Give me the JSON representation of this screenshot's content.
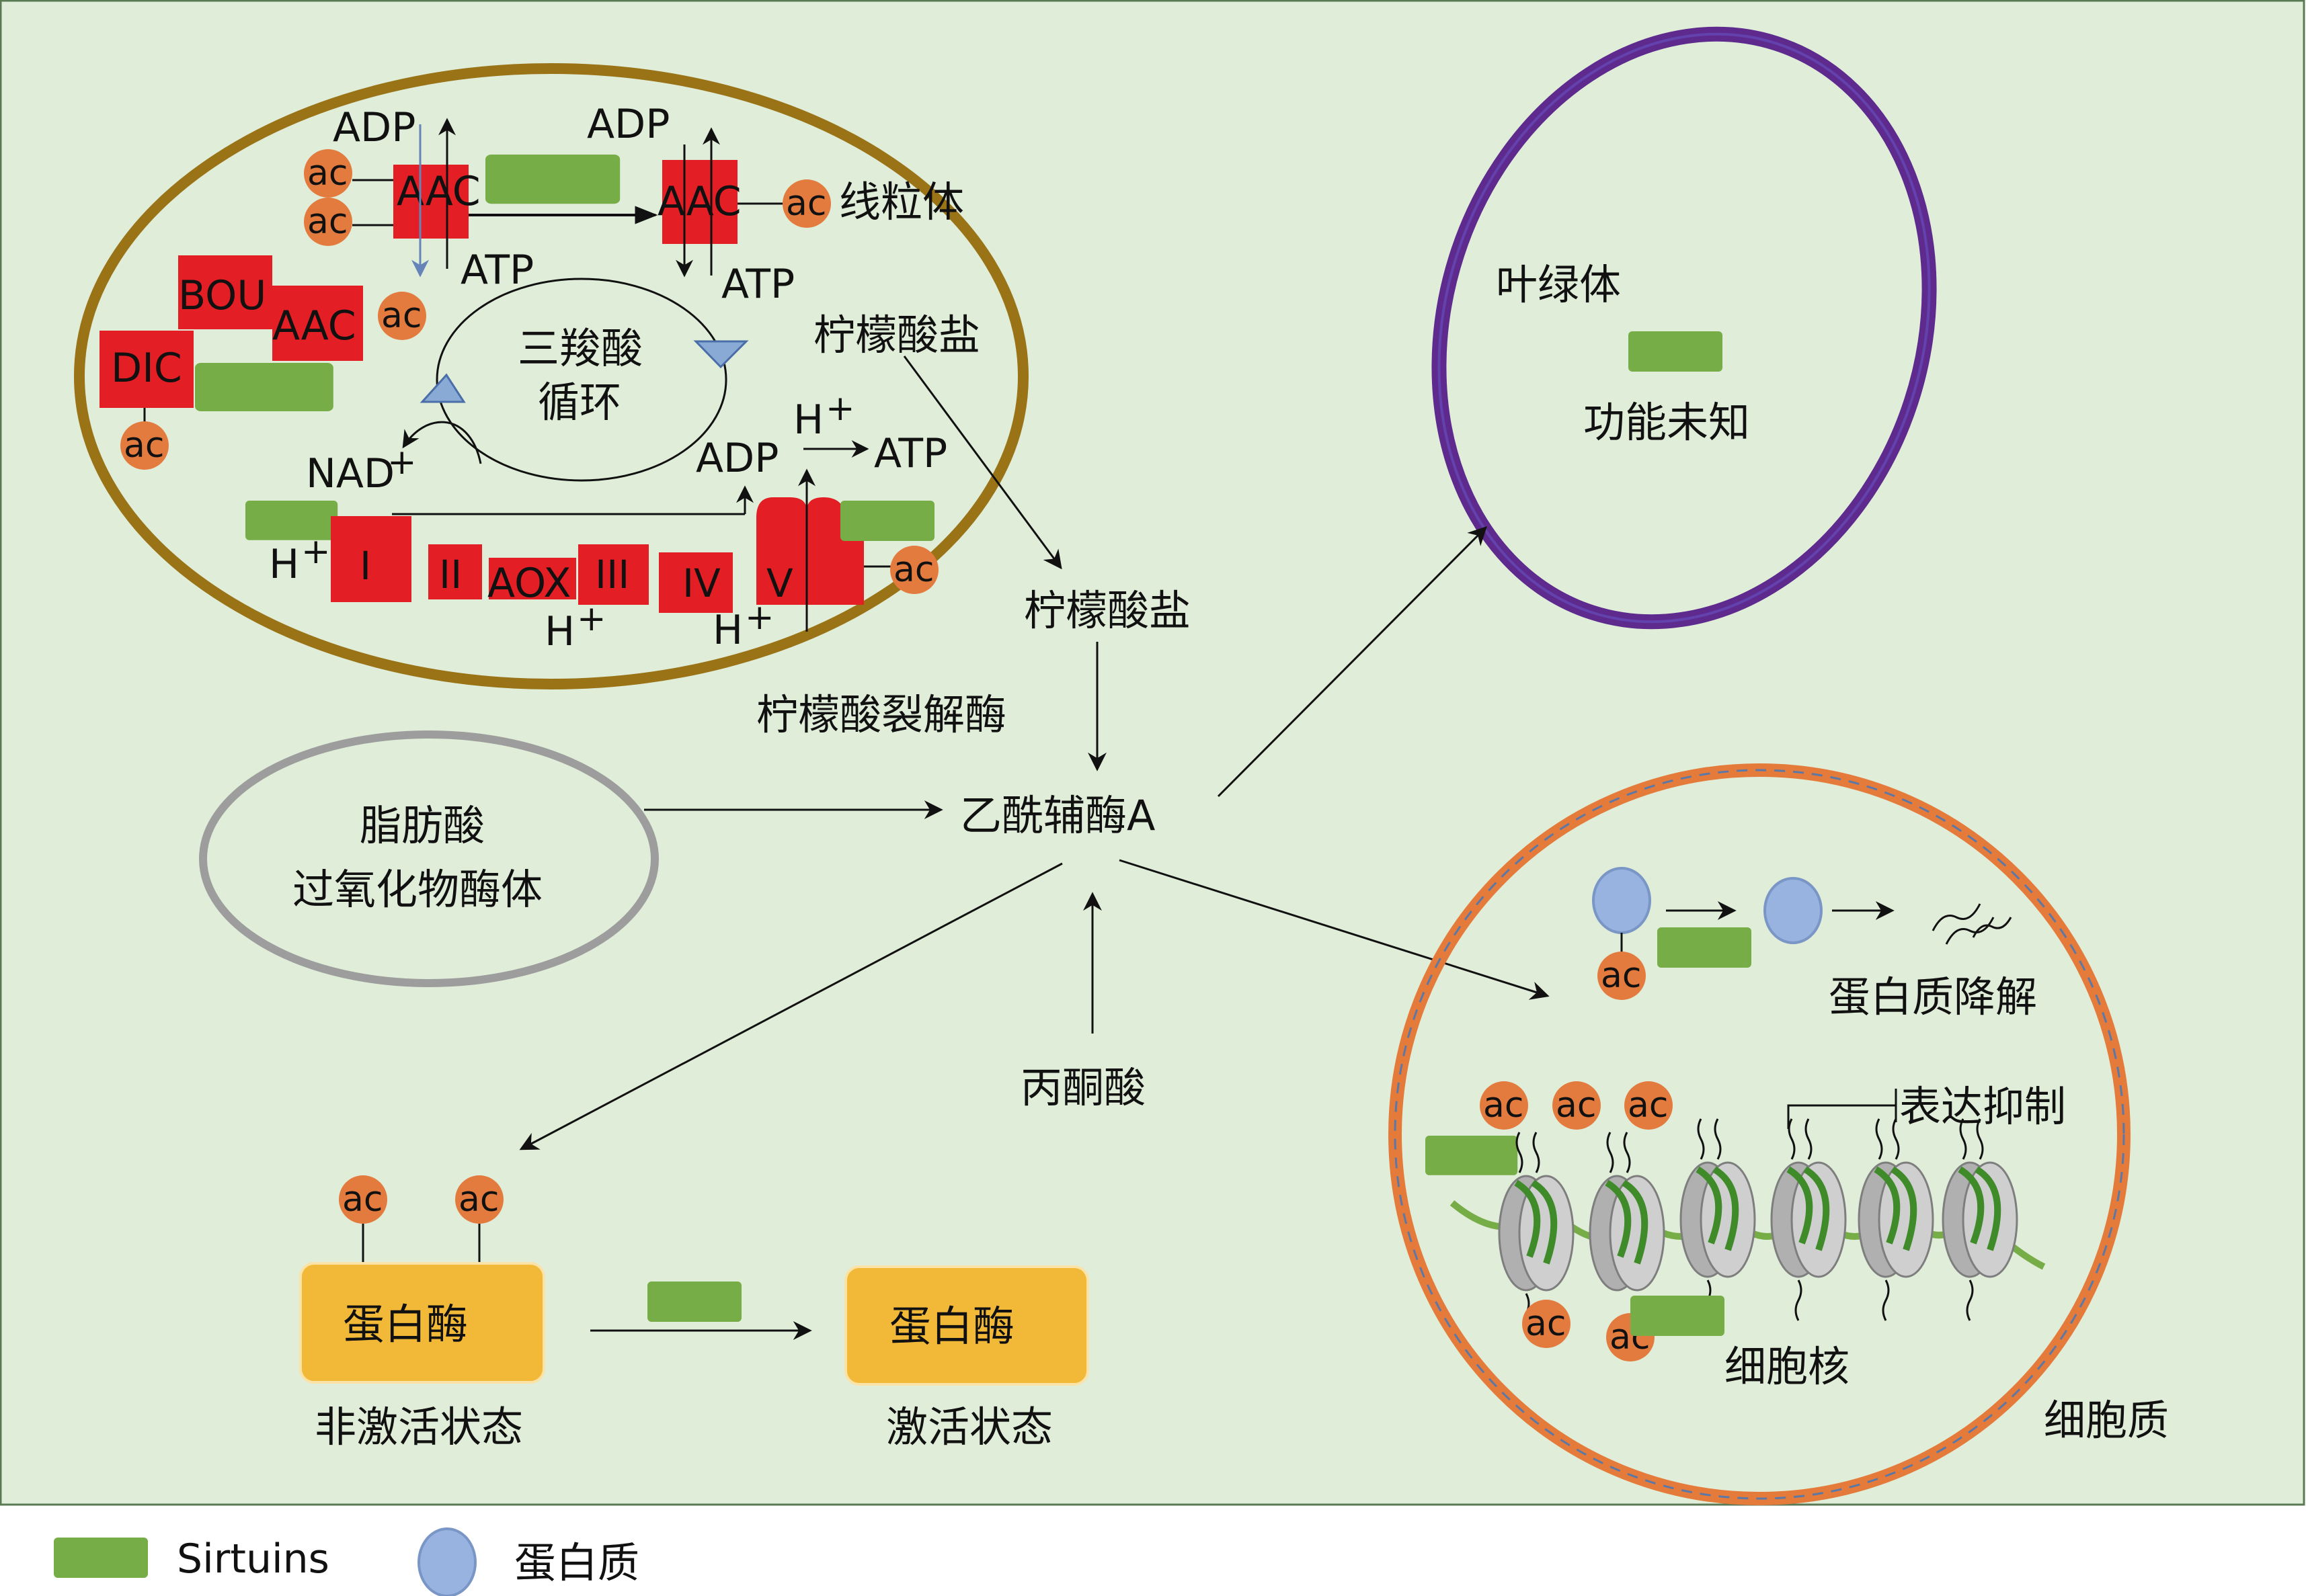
{
  "mito": {
    "label": "线粒体",
    "adp1": "ADP",
    "atp1": "ATP",
    "aac1": "AAC",
    "adp2": "ADP",
    "atp2": "ATP",
    "aac2": "AAC",
    "bou": "BOU",
    "aac3": "AAC",
    "dic": "DIC",
    "tca": "三羧酸\n循环",
    "tca_l1": "三羧酸",
    "tca_l2": "循环",
    "citrate_in": "柠檬酸盐",
    "nad": "NAD+",
    "nad_base": "NAD",
    "nad_sup": "+",
    "adp3": "ADP",
    "atp3": "ATP",
    "h_top_base": "H",
    "h_top_sup": "+",
    "h_left_base": "H",
    "h_left_sup": "+",
    "h_mid_base": "H",
    "h_mid_sup": "+",
    "h_right_base": "H",
    "h_right_sup": "+",
    "c1": "I",
    "c2": "II",
    "aox": "AOX",
    "c3": "III",
    "c4": "IV",
    "c5": "V"
  },
  "ac_label": "ac",
  "chloroplast": {
    "label": "叶绿体",
    "sub": "功能未知"
  },
  "citrate_out": "柠檬酸盐",
  "citrate_lyase": "柠檬酸裂解酶",
  "acetyl_coa": "乙酰辅酶A",
  "peroxisome": {
    "line1": "脂肪酸",
    "line2": "过氧化物酶体"
  },
  "pyruvate": "丙酮酸",
  "enzyme": {
    "box1": "蛋白酶",
    "state1": "非激活状态",
    "box2": "蛋白酶",
    "state2": "激活状态"
  },
  "cytoplasm": {
    "label": "细胞质",
    "degradation": "蛋白质降解",
    "repression": "表达抑制",
    "nucleus": "细胞核"
  },
  "legend": {
    "sirtuins": "Sirtuins",
    "protein": "蛋白质"
  },
  "colors": {
    "background": "#e0edd9",
    "sirtuin": "#76ad46",
    "complex": "#e31e24",
    "ac": "#e47b3e",
    "mito_border": "#9a7317",
    "chloro_border": "#5e2a8d",
    "cyto_border": "#e57b3b",
    "enzyme": "#f1b937",
    "protein": "#98b3df"
  }
}
